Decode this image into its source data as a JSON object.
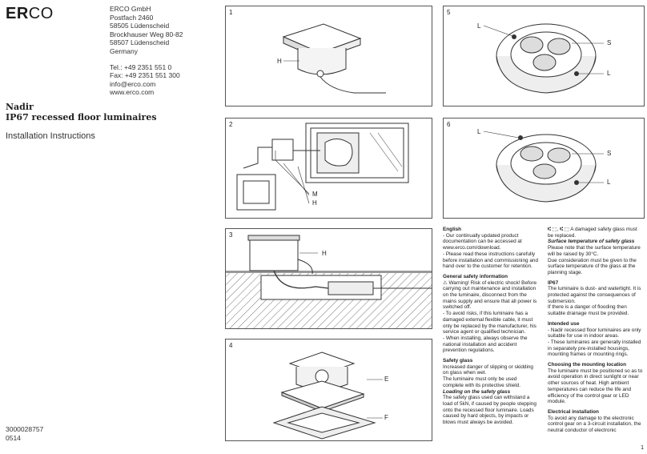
{
  "brand": {
    "logo_bold": "ER",
    "logo_light": "CO"
  },
  "address": {
    "lines": [
      "ERCO GmbH",
      "Postfach 2460",
      "58505 Lüdenscheid",
      "Brockhauser Weg 80-82",
      "58507 Lüdenscheid",
      "Germany"
    ],
    "contact": [
      "Tel.: +49 2351 551 0",
      "Fax: +49 2351 551 300",
      "info@erco.com",
      "www.erco.com"
    ]
  },
  "product": {
    "line1": "Nadir",
    "line2": "IP67 recessed floor luminaires"
  },
  "subtitle": "Installation Instructions",
  "doc": {
    "number": "3000028757",
    "date": "0514"
  },
  "figures": {
    "f1": {
      "num": "1",
      "labels": [
        "H"
      ]
    },
    "f2": {
      "num": "2",
      "labels": [
        "M",
        "H"
      ]
    },
    "f3": {
      "num": "3",
      "labels": [
        "H"
      ]
    },
    "f4": {
      "num": "4",
      "labels": [
        "E",
        "F"
      ]
    },
    "f5": {
      "num": "5",
      "labels": [
        "L",
        "S",
        "L"
      ]
    },
    "f6": {
      "num": "6",
      "labels": [
        "L",
        "S",
        "L"
      ]
    }
  },
  "text_left": [
    {
      "type": "h",
      "text": "English"
    },
    {
      "type": "p",
      "text": "- Our continually updated product documentation can be accessed at www.erco.com/download."
    },
    {
      "type": "p",
      "text": "- Please read these instructions carefully before installation and commissioning and hand over to the customer for retention."
    },
    {
      "type": "hs",
      "text": "General safety information"
    },
    {
      "type": "p",
      "text": "⚠ Warning! Risk of electric shock! Before carrying out maintenance and installation on the luminaire, disconnect from the mains supply and ensure that all power is switched off."
    },
    {
      "type": "p",
      "text": "- To avoid risks, if this luminaire has a damaged external flexible cable, it must only be replaced by the manufacturer, his service agent or qualified technician."
    },
    {
      "type": "p",
      "text": "- When installing, always observe the national installation and accident prevention regulations."
    },
    {
      "type": "hs",
      "text": "Safety glass"
    },
    {
      "type": "p",
      "text": "Increased danger of slipping or skidding on glass when wet."
    },
    {
      "type": "p",
      "text": "The luminaire must only be used complete with its protective shield."
    },
    {
      "type": "i",
      "text": "Loading on the safety glass"
    },
    {
      "type": "p",
      "text": "The safety glass used can withstand a load of 5kN, if caused by people stepping onto the recessed floor luminaire. Loads caused by hard objects, by impacts or blows must always be avoided."
    }
  ],
  "text_right": [
    {
      "type": "p",
      "text": "⑆ ⬚, ⑆ ⬚ A damaged safety glass must be replaced."
    },
    {
      "type": "i",
      "text": "Surface temperature of safety glass"
    },
    {
      "type": "p",
      "text": "Please note that the surface temperature will be raised by 30°C."
    },
    {
      "type": "p",
      "text": "Due consideration must be given to the surface temperature of the glass at the planning stage."
    },
    {
      "type": "hs",
      "text": "IP67"
    },
    {
      "type": "p",
      "text": "The luminaire is dust- and watertight. It is protected against the consequences of submersion."
    },
    {
      "type": "p",
      "text": "If there is a danger of flooding then suitable drainage must be provided."
    },
    {
      "type": "hs",
      "text": "Intended use"
    },
    {
      "type": "p",
      "text": "- Nadir recessed floor luminaires are only suitable for use in indoor areas."
    },
    {
      "type": "p",
      "text": "- These luminaires are generally installed in separately pre-installed housings, mounting frames or mounting rings."
    },
    {
      "type": "hs",
      "text": "Choosing the mounting location"
    },
    {
      "type": "p",
      "text": "The luminaire must be positioned so as to avoid operation in direct sunlight or near other sources of heat. High ambient temperatures can reduce the life and efficiency of the control gear or LED module."
    },
    {
      "type": "hs",
      "text": "Electrical installation"
    },
    {
      "type": "p",
      "text": "To avoid any damage to the electronic control gear on a 3-circuit installation, the neutral conductor of electronic"
    }
  ],
  "page": "1"
}
